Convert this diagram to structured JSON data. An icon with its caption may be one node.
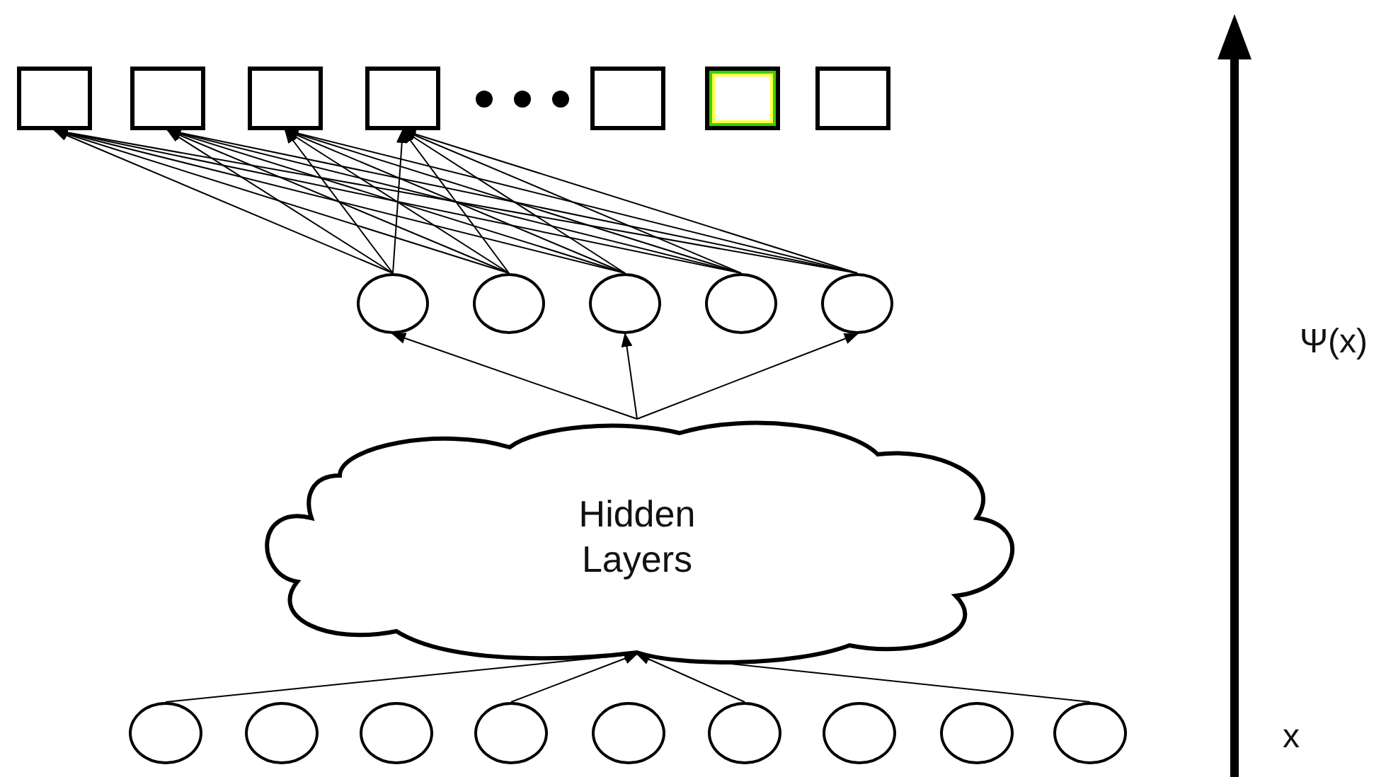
{
  "diagram": {
    "nodes": [
      {
        "text": [],
        "shape": "box"
      },
      {
        "text": [],
        "shape": "box"
      },
      {
        "text": [],
        "shape": "box"
      },
      {
        "text": [],
        "shape": "box"
      },
      {
        "text": [],
        "shape": "box"
      },
      {
        "text": [],
        "shape": "box"
      },
      {
        "text": [],
        "shape": "box"
      },
      {
        "text": [],
        "shape": "circle"
      },
      {
        "text": [],
        "shape": "circle"
      },
      {
        "text": [],
        "shape": "circle"
      },
      {
        "text": [],
        "shape": "circle"
      },
      {
        "text": [],
        "shape": "circle"
      },
      {
        "text": [
          "Hidden Layers"
        ]
      },
      {
        "text": [],
        "shape": "circle"
      },
      {
        "text": [],
        "shape": "circle"
      },
      {
        "text": [],
        "shape": "circle"
      },
      {
        "text": [],
        "shape": "circle"
      },
      {
        "text": [],
        "shape": "circle"
      },
      {
        "text": [],
        "shape": "circle"
      },
      {
        "text": [],
        "shape": "circle"
      },
      {
        "text": [],
        "shape": "circle"
      },
      {
        "text": [],
        "shape": "circle"
      }
    ],
    "edges": [
      {
        "from": 7,
        "to": 0,
        "arrow": "to"
      },
      {
        "from": 7,
        "to": 1,
        "arrow": "to"
      },
      {
        "from": 7,
        "to": 2,
        "arrow": "to"
      },
      {
        "from": 7,
        "to": 3,
        "arrow": "to"
      },
      {
        "from": 8,
        "to": 0,
        "arrow": "to"
      },
      {
        "from": 8,
        "to": 1,
        "arrow": "to"
      },
      {
        "from": 8,
        "to": 2,
        "arrow": "to"
      },
      {
        "from": 8,
        "to": 3,
        "arrow": "to"
      },
      {
        "from": 9,
        "to": 0,
        "arrow": "to"
      },
      {
        "from": 9,
        "to": 1,
        "arrow": "to"
      },
      {
        "from": 9,
        "to": 2,
        "arrow": "to"
      },
      {
        "from": 9,
        "to": 3,
        "arrow": "to"
      },
      {
        "from": 10,
        "to": 0,
        "arrow": "to"
      },
      {
        "from": 10,
        "to": 1,
        "arrow": "to"
      },
      {
        "from": 10,
        "to": 2,
        "arrow": "to"
      },
      {
        "from": 10,
        "to": 3,
        "arrow": "to"
      },
      {
        "from": 11,
        "to": 0,
        "arrow": "to"
      },
      {
        "from": 11,
        "to": 1,
        "arrow": "to"
      },
      {
        "from": 11,
        "to": 2,
        "arrow": "to"
      },
      {
        "from": 11,
        "to": 3,
        "arrow": "to"
      },
      {
        "from": 12,
        "to": 7,
        "arrow": "to"
      },
      {
        "from": 12,
        "to": 9,
        "arrow": "to"
      },
      {
        "from": 12,
        "to": 11,
        "arrow": "to"
      },
      {
        "from": 13,
        "to": 12,
        "arrow": "to"
      },
      {
        "from": 16,
        "to": 12,
        "arrow": "to"
      },
      {
        "from": 18,
        "to": 12,
        "arrow": "to"
      },
      {
        "from": 21,
        "to": 12,
        "arrow": "to"
      }
    ],
    "labels": [
      "Ψ(x)",
      "x"
    ]
  }
}
